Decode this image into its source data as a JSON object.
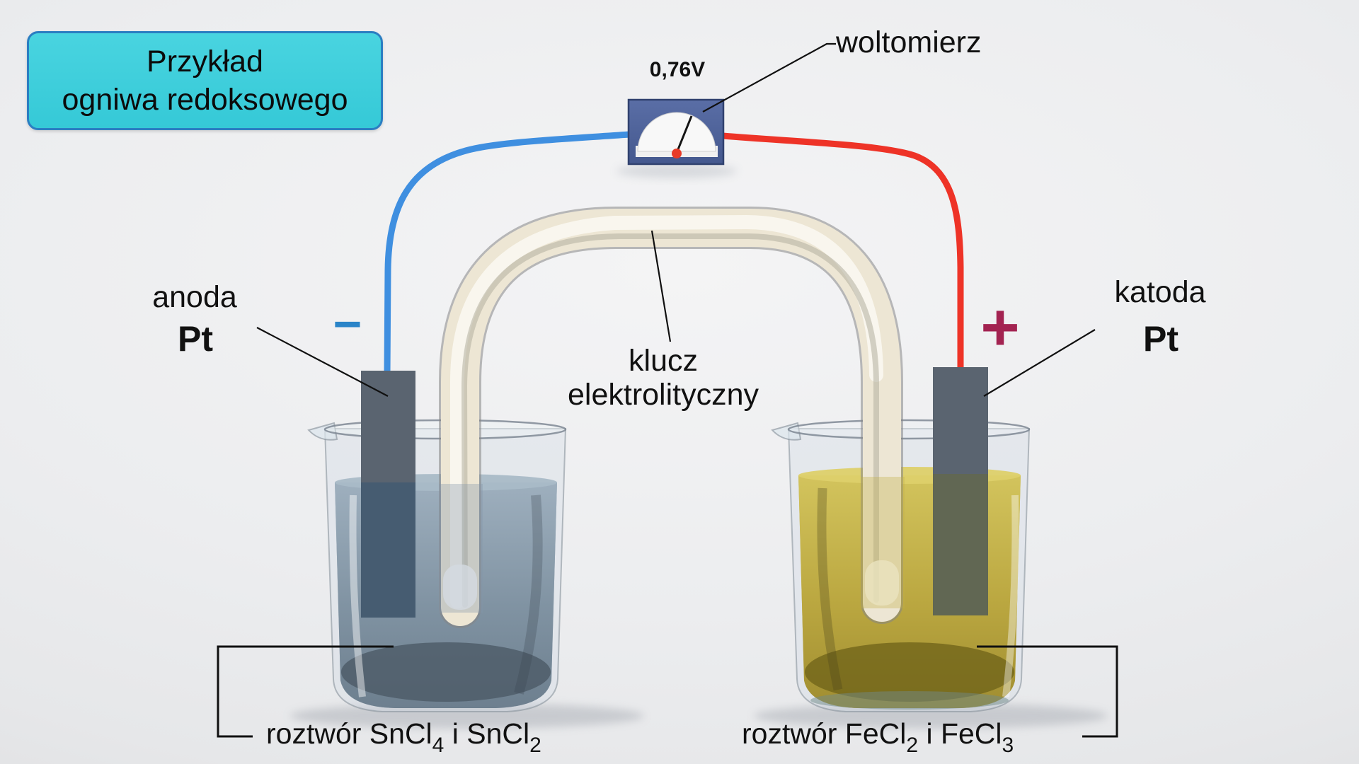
{
  "title": {
    "line1": "Przykład",
    "line2": "ogniwa redoksowego"
  },
  "voltmeter": {
    "reading": "0,76V",
    "label": "woltomierz"
  },
  "anode": {
    "label": "anoda",
    "material": "Pt",
    "sign": "−"
  },
  "cathode": {
    "label": "katoda",
    "material": "Pt",
    "sign": "+"
  },
  "salt_bridge": {
    "label_line1": "klucz",
    "label_line2": "elektrolityczny"
  },
  "solutions": {
    "left": {
      "p1": "roztwór SnCl",
      "s1": "4",
      "p2": " i SnCl",
      "s2": "2"
    },
    "right": {
      "p1": "roztwór FeCl",
      "s1": "2",
      "p2": " i FeCl",
      "s2": "3"
    }
  },
  "colors": {
    "title_box_fill": "#3bcfdd",
    "title_box_border": "#2b7ec2",
    "wire_negative": "#3f8fe0",
    "wire_positive": "#ee3327",
    "minus_sign": "#2a84c8",
    "plus_sign": "#a32351",
    "voltmeter_body": "#4d6195",
    "needle_pivot": "#e83b28",
    "electrode": "#5a6470",
    "left_solution": "#8497a9",
    "right_solution": "#b7a43e",
    "salt_bridge_tube": "#ede6d4"
  }
}
